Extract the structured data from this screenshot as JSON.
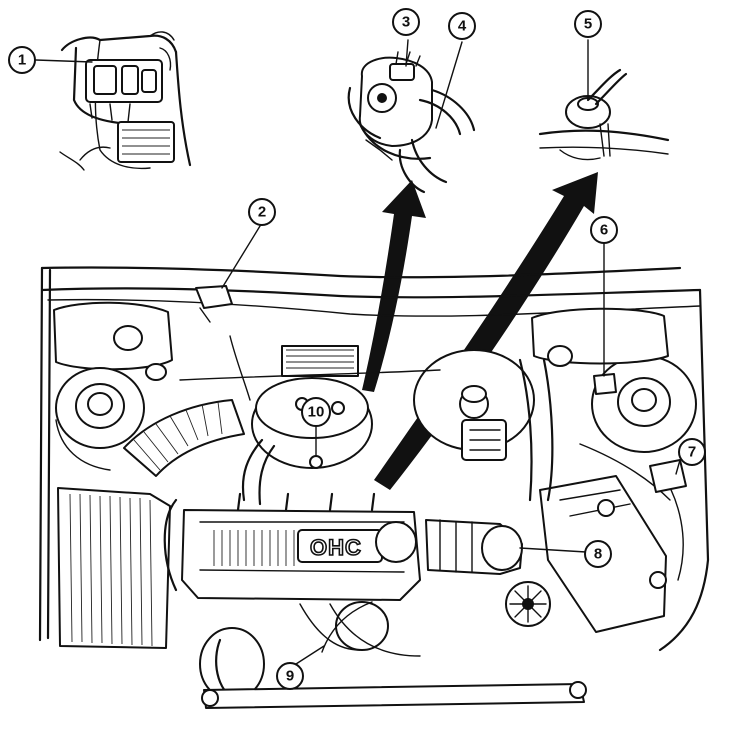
{
  "engine_cover_text": "OHC",
  "callouts": [
    {
      "id": "1",
      "label": "1"
    },
    {
      "id": "2",
      "label": "2"
    },
    {
      "id": "3",
      "label": "3"
    },
    {
      "id": "4",
      "label": "4"
    },
    {
      "id": "5",
      "label": "5"
    },
    {
      "id": "6",
      "label": "6"
    },
    {
      "id": "7",
      "label": "7"
    },
    {
      "id": "8",
      "label": "8"
    },
    {
      "id": "9",
      "label": "9"
    },
    {
      "id": "10",
      "label": "10"
    }
  ]
}
